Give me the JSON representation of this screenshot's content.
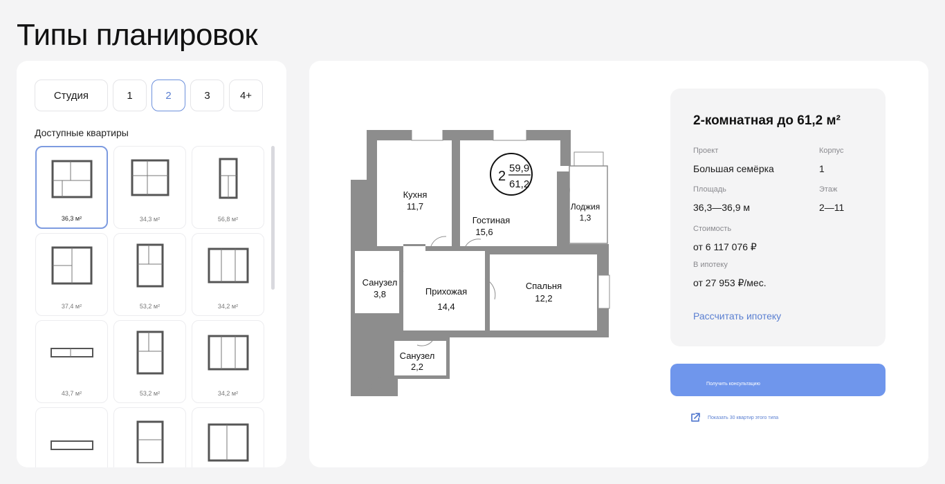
{
  "page": {
    "title": "Типы планировок"
  },
  "tabs": [
    {
      "label": "Студия",
      "active": false
    },
    {
      "label": "1",
      "active": false
    },
    {
      "label": "2",
      "active": true
    },
    {
      "label": "3",
      "active": false
    },
    {
      "label": "4+",
      "active": false
    }
  ],
  "available_label": "Доступные квартиры",
  "plans": [
    {
      "area": "36,3 м²",
      "selected": true
    },
    {
      "area": "34,3 м²"
    },
    {
      "area": "56,8 м²"
    },
    {
      "area": "37,4 м²"
    },
    {
      "area": "53,2 м²"
    },
    {
      "area": "34,2 м²"
    },
    {
      "area": "43,7 м²"
    },
    {
      "area": "53,2 м²"
    },
    {
      "area": "34,2 м²"
    },
    {
      "area": ""
    },
    {
      "area": ""
    },
    {
      "area": ""
    }
  ],
  "floorplan": {
    "badge": {
      "rooms": "2",
      "living": "59,9",
      "total": "61,2"
    },
    "rooms": [
      {
        "name": "Кухня",
        "area": "11,7"
      },
      {
        "name": "Гостиная",
        "area": "15,6"
      },
      {
        "name": "Лоджия",
        "area": "1,3"
      },
      {
        "name": "Санузел",
        "area": "3,8"
      },
      {
        "name": "Прихожая",
        "area": "14,4"
      },
      {
        "name": "Спальня",
        "area": "12,2"
      },
      {
        "name": "Санузел",
        "area": "2,2"
      }
    ]
  },
  "info": {
    "title": "2-комнатная до 61,2 м²",
    "project_label": "Проект",
    "project_value": "Большая семёрка",
    "building_label": "Корпус",
    "building_value": "1",
    "area_label": "Площадь",
    "area_value": "36,3—36,9 м",
    "floor_label": "Этаж",
    "floor_value": "2—11",
    "price_label": "Стоимость",
    "price_value": "от 6 117 076 ₽",
    "mortgage_label": "В ипотеку",
    "mortgage_value": "от 27 953 ₽/мес.",
    "calc_link": "Рассчитать ипотеку"
  },
  "consult_button": "Получить консультацию",
  "show_link": "Показать 30 квартир этого типа",
  "colors": {
    "accent": "#6f96ec",
    "link": "#5a7fd1",
    "wall": "#8a8a8a"
  }
}
